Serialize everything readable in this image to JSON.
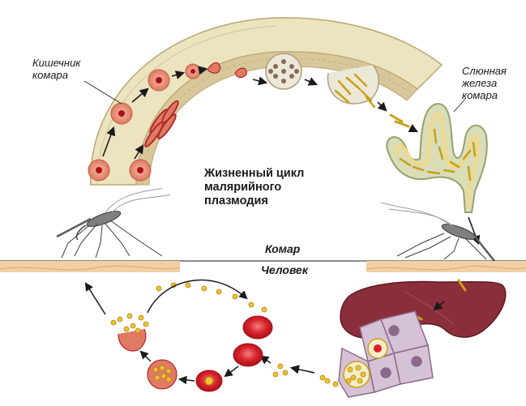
{
  "title": "Жизненный цикл\nмалярийного\nплазмодия",
  "labels": {
    "mosquito_gut": "Кишечник\nкомара",
    "salivary_gland": "Слюнная\nжелеза\nкомара",
    "mosquito": "Комар",
    "human": "Человек"
  },
  "colors": {
    "gut_wall": "#ece3bf",
    "gut_cells": "#d8c79a",
    "red_cell": "#e07a62",
    "red_blood_cell": "#d8232a",
    "merozoite": "#f2c12e",
    "liver": "#8b2e3b",
    "liver_cells": "#d6c2d6",
    "skin": "#f2cfa4",
    "gland": "#d9ddb8"
  }
}
